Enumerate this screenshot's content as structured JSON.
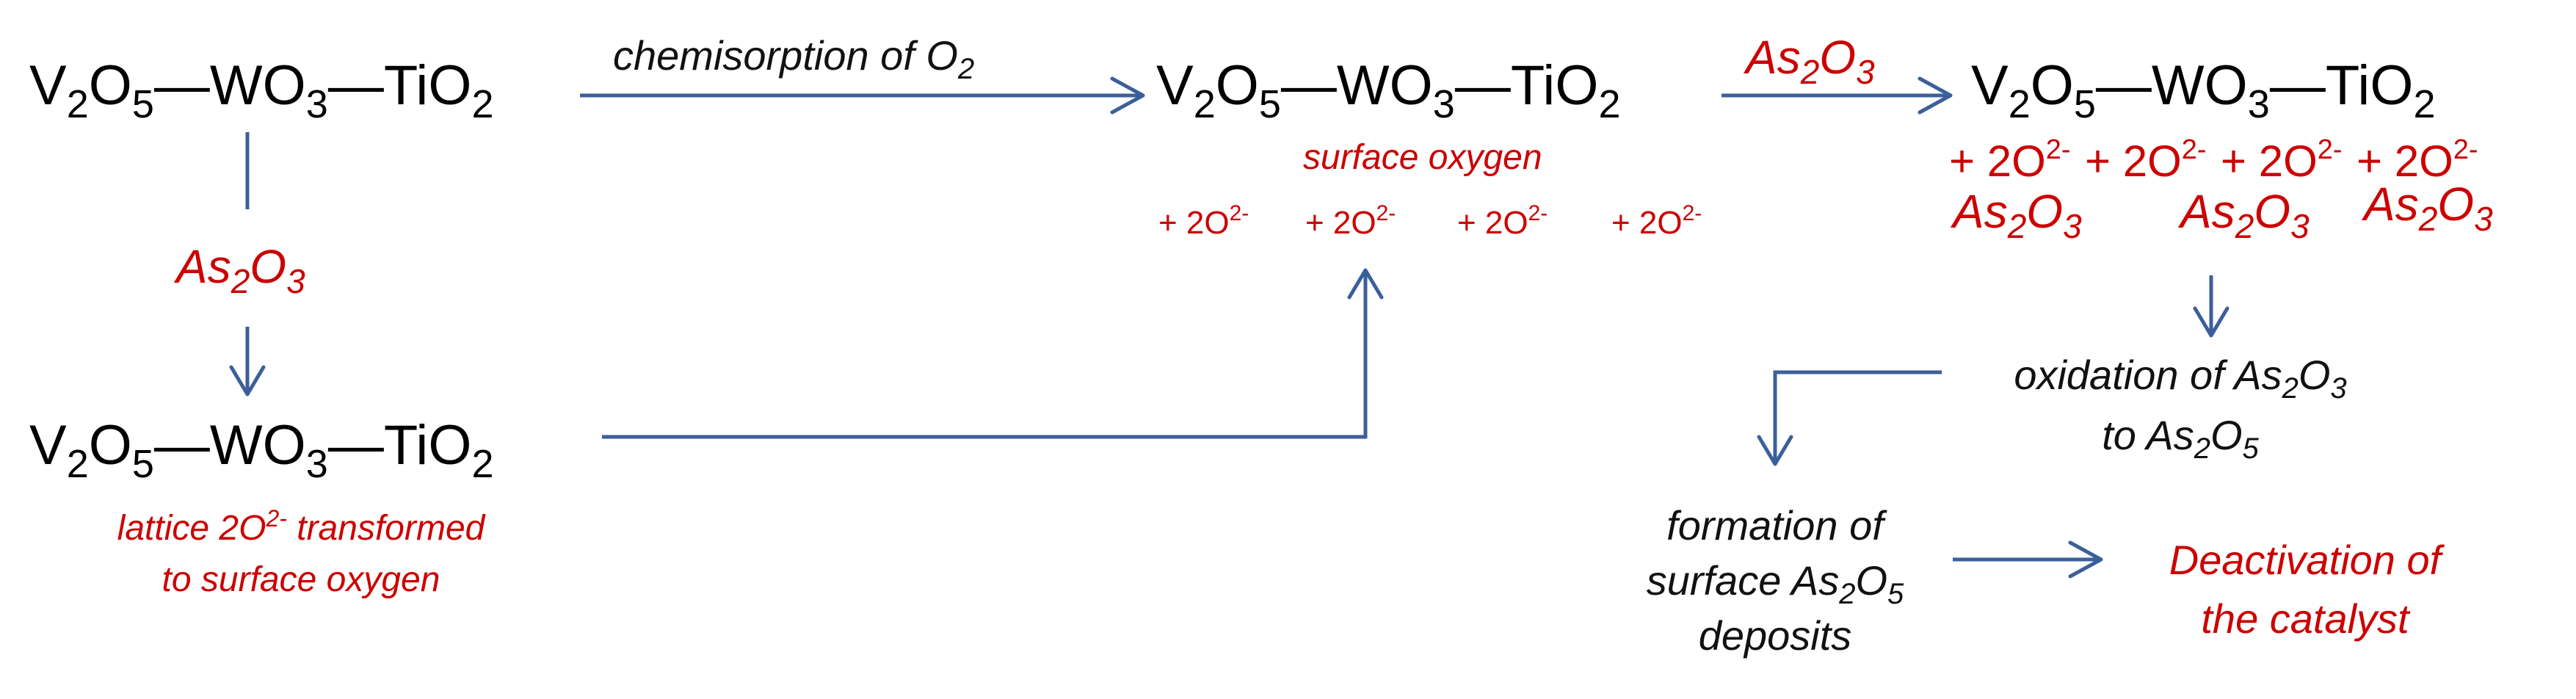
{
  "formula": {
    "v": "V",
    "v_sub": "2",
    "o": "O",
    "o_sub": "5",
    "dash": "—",
    "wo": "WO",
    "wo_sub": "3",
    "ti": "TiO",
    "ti_sub": "2"
  },
  "arrow_labels": {
    "chemisorption_prefix": "chemisorption of O",
    "chemisorption_sub": "2",
    "as": "As",
    "as_sub1": "2",
    "as_o": "O",
    "as_sub2": "3"
  },
  "middle": {
    "surface_oxygen": "surface oxygen",
    "ion": "+ 2O",
    "ion_charge": "2-"
  },
  "right": {
    "ion": "+ 2O",
    "ion_charge": "2-"
  },
  "left_bottom": {
    "line1_a": "lattice 2O",
    "line1_charge": "2-",
    "line1_b": " transformed",
    "line2": "to surface oxygen"
  },
  "oxidation": {
    "line1_prefix": "oxidation of As",
    "s1": "2",
    "o": "O",
    "s2": "3",
    "line2_prefix": "to As",
    "s3": "2",
    "s4": "5"
  },
  "formation": {
    "line1": "formation of",
    "line2_prefix": "surface As",
    "s1": "2",
    "o": "O",
    "s2": "5",
    "line3": "deposits"
  },
  "deactivation": {
    "line1": "Deactivation of",
    "line2": "the catalyst"
  }
}
